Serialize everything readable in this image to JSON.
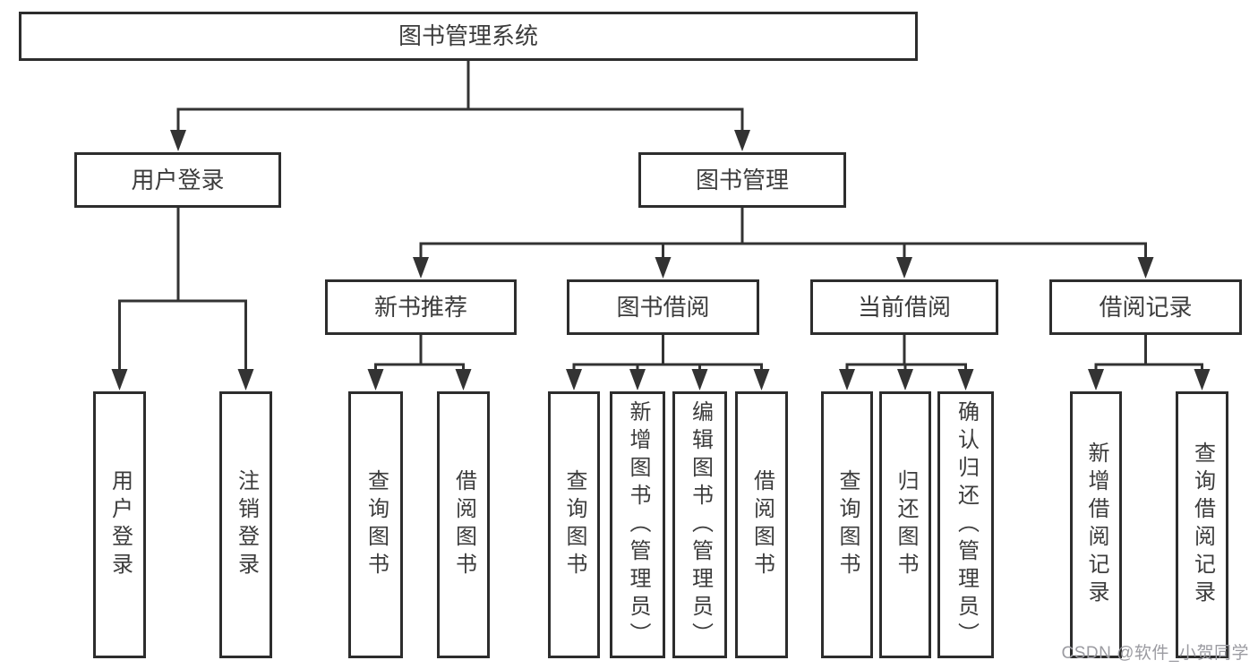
{
  "tree": {
    "root": {
      "label": "图书管理系统"
    },
    "children": [
      {
        "label": "用户登录",
        "children": [
          "用户登录",
          "注销登录"
        ]
      },
      {
        "label": "图书管理",
        "children": [
          {
            "label": "新书推荐",
            "children": [
              "查询图书",
              "借阅图书"
            ]
          },
          {
            "label": "图书借阅",
            "children": [
              "查询图书",
              "新增图书（管理员）",
              "编辑图书（管理员）",
              "借阅图书"
            ]
          },
          {
            "label": "当前借阅",
            "children": [
              "查询图书",
              "归还图书",
              "确认归还（管理员）"
            ]
          },
          {
            "label": "借阅记录",
            "children": [
              "新增借阅记录",
              "查询借阅记录"
            ]
          }
        ]
      }
    ]
  },
  "watermark": {
    "text": "CSDN @软件_小贺同学",
    "color": "#9b9ba1"
  },
  "colors": {
    "background": "#ffffff",
    "line": "#333333",
    "box_border": "#2d2d2d",
    "text": "#3c3c3c"
  }
}
